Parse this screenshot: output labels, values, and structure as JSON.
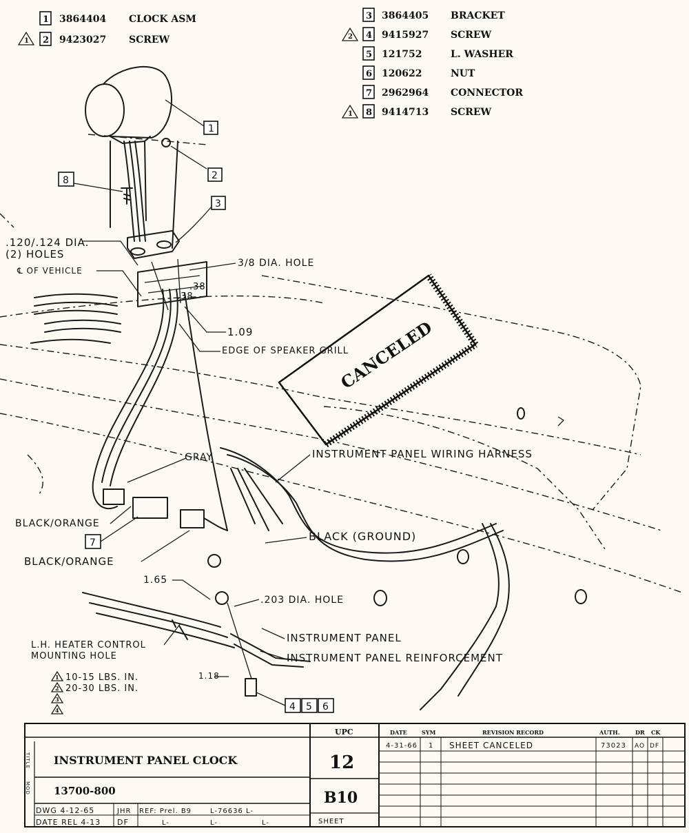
{
  "parts_left": [
    {
      "num": "1",
      "warn": "",
      "part": "3864404",
      "desc": "CLOCK ASM"
    },
    {
      "num": "2",
      "warn": "1",
      "part": "9423027",
      "desc": "SCREW"
    }
  ],
  "parts_right": [
    {
      "num": "3",
      "warn": "",
      "part": "3864405",
      "desc": "BRACKET"
    },
    {
      "num": "4",
      "warn": "2",
      "part": "9415927",
      "desc": "SCREW"
    },
    {
      "num": "5",
      "warn": "",
      "part": "121752",
      "desc": "L. WASHER"
    },
    {
      "num": "6",
      "warn": "",
      "part": "120622",
      "desc": "NUT"
    },
    {
      "num": "7",
      "warn": "",
      "part": "2962964",
      "desc": "CONNECTOR"
    },
    {
      "num": "8",
      "warn": "1",
      "part": "9414713",
      "desc": "SCREW"
    }
  ],
  "callouts": {
    "c1": "1",
    "c2": "2",
    "c3": "3",
    "c7": "7",
    "c8": "8",
    "c4": "4",
    "c5": "5",
    "c6": "6"
  },
  "labels": {
    "holes_dia": ".120/.124 DIA.",
    "holes_count": "(2) HOLES",
    "centerline": "℄ OF VEHICLE",
    "hole_38": "3/8 DIA. HOLE",
    "dim_38a": ".38",
    "dim_38b": ".38",
    "dim_109": "1.09",
    "speaker_grill": "EDGE OF SPEAKER GRILL",
    "canceled": "CANCELED",
    "gray": "GRAY",
    "harness": "INSTRUMENT PANEL WIRING HARNESS",
    "black_orange_1": "BLACK/ORANGE",
    "black_orange_2": "BLACK/ORANGE",
    "black_ground": "BLACK (GROUND)",
    "dim_165": "1.65",
    "hole_203": ".203 DIA. HOLE",
    "inst_panel": "INSTRUMENT PANEL",
    "inst_panel_reinf": "INSTRUMENT PANEL REINFORCEMENT",
    "heater_1": "L.H. HEATER CONTROL",
    "heater_2": "MOUNTING HOLE",
    "dim_118": "1.18",
    "torque_1": "10-15 LBS. IN.",
    "torque_2": "20-30 LBS. IN.",
    "tri_1": "1",
    "tri_2": "2",
    "tri_3": "3",
    "tri_4": "4"
  },
  "title_block": {
    "title_tag": "TITLE",
    "title": "INSTRUMENT PANEL CLOCK",
    "mod_tag": "MOD",
    "model": "13700-800",
    "dwg": "DWG 4-12-65",
    "dwg_init": "JHR",
    "ref": "REF: Prel. B9",
    "ref_l1": "L-76636 L-",
    "date": "DATE REL 4-13",
    "date_init": "DF",
    "l_a": "L-",
    "l_b": "L-",
    "l_c": "L-",
    "upc_head": "UPC",
    "upc": "12",
    "sheet_no": "B10",
    "sheet_label": "SHEET",
    "rev_headers": [
      "DATE",
      "SYM",
      "REVISION RECORD",
      "AUTH.",
      "DR",
      "CK"
    ],
    "rev_row": {
      "date": "4-31-66",
      "sym": "1",
      "record": "SHEET CANCELED",
      "auth": "73023",
      "dr": "AO",
      "ck": "DF"
    }
  }
}
